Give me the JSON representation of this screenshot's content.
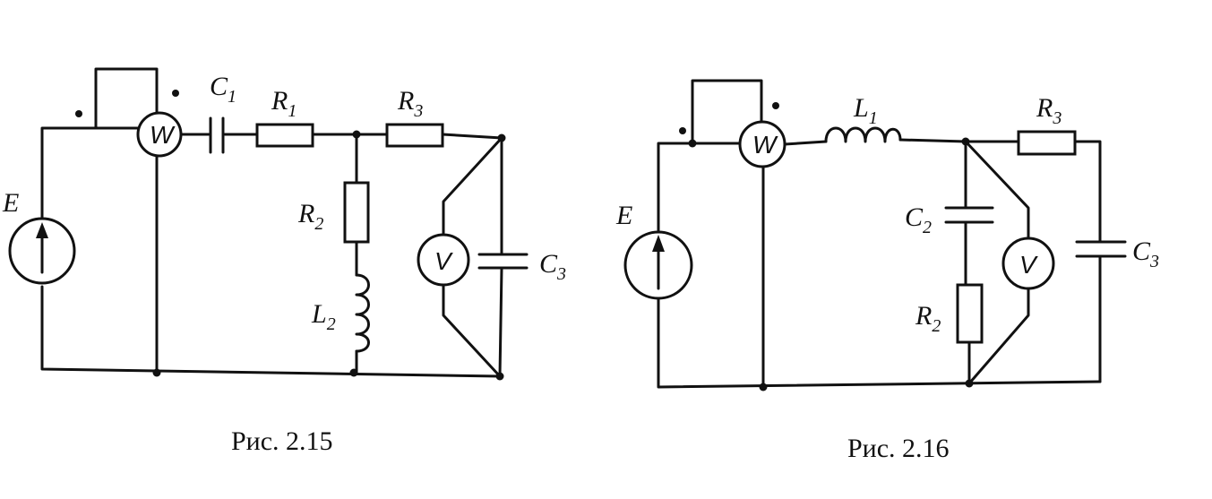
{
  "figures": [
    {
      "caption": "Рис. 2.15",
      "labels": {
        "source": "E",
        "wattmeter": "W",
        "voltmeter": "V",
        "c1_main": "C",
        "c1_sub": "1",
        "r1_main": "R",
        "r1_sub": "1",
        "r3_main": "R",
        "r3_sub": "3",
        "r2_main": "R",
        "r2_sub": "2",
        "l2_main": "L",
        "l2_sub": "2",
        "c3_main": "C",
        "c3_sub": "3"
      }
    },
    {
      "caption": "Рис. 2.16",
      "labels": {
        "source": "E",
        "wattmeter": "W",
        "voltmeter": "V",
        "l1_main": "L",
        "l1_sub": "1",
        "r3_main": "R",
        "r3_sub": "3",
        "c2_main": "C",
        "c2_sub": "2",
        "r2_main": "R",
        "r2_sub": "2",
        "c3_main": "C",
        "c3_sub": "3"
      }
    }
  ]
}
